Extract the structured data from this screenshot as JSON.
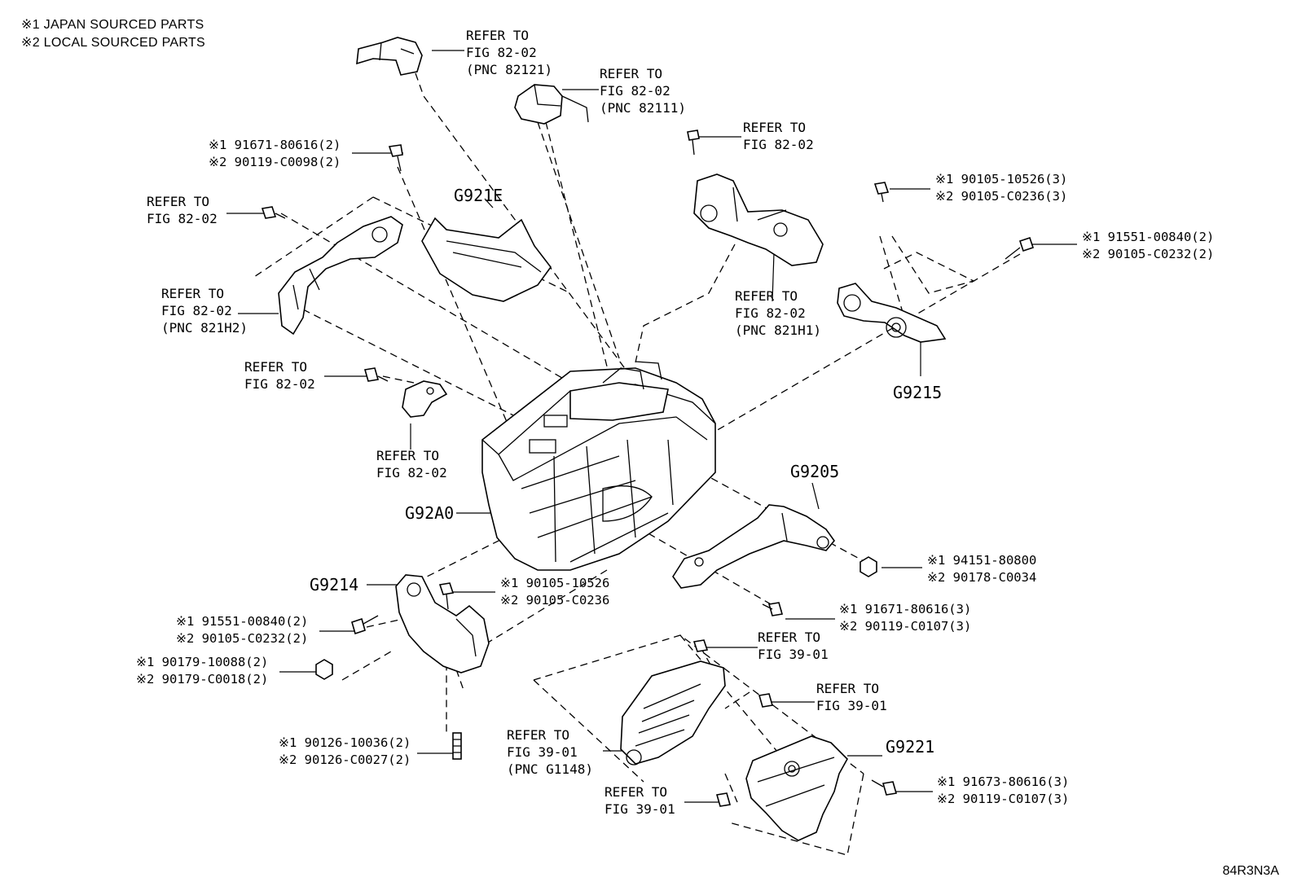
{
  "legend": {
    "line1": "※1 JAPAN SOURCED PARTS",
    "line2": "※2 LOCAL SOURCED PARTS"
  },
  "diagram_code": "84R3N3A",
  "callouts": {
    "g921e": "G921E",
    "g92a0": "G92A0",
    "g9214": "G9214",
    "g9215": "G9215",
    "g9205": "G9205",
    "g9221": "G9221"
  },
  "refer": {
    "r1": "REFER TO\nFIG 82-02\n(PNC 82121)",
    "r2": "REFER TO\nFIG 82-02\n(PNC 82111)",
    "r3": "REFER TO\nFIG 82-02",
    "r4": "REFER TO\nFIG 82-02",
    "r5": "REFER TO\nFIG 82-02\n(PNC 821H2)",
    "r6": "REFER TO\nFIG 82-02\n(PNC 821H1)",
    "r7": "REFER TO\nFIG 82-02",
    "r8": "REFER TO\nFIG 82-02",
    "r9": "REFER TO\nFIG 39-01",
    "r10": "REFER TO\nFIG 39-01",
    "r11": "REFER TO\nFIG 39-01\n(PNC G1148)",
    "r12": "REFER TO\nFIG 39-01"
  },
  "parts": {
    "p1": "※1 91671-80616(2)\n※2 90119-C0098(2)",
    "p2": "※1 90105-10526(3)\n※2 90105-C0236(3)",
    "p3": "※1 91551-00840(2)\n※2 90105-C0232(2)",
    "p4": "※1 90105-10526\n※2 90105-C0236",
    "p5": "※1 91551-00840(2)\n※2 90105-C0232(2)",
    "p6": "※1 90179-10088(2)\n※2 90179-C0018(2)",
    "p7": "※1 94151-80800\n※2 90178-C0034",
    "p8": "※1 91671-80616(3)\n※2 90119-C0107(3)",
    "p9": "※1 90126-10036(2)\n※2 90126-C0027(2)",
    "p10": "※1 91673-80616(3)\n※2 90119-C0107(3)"
  }
}
